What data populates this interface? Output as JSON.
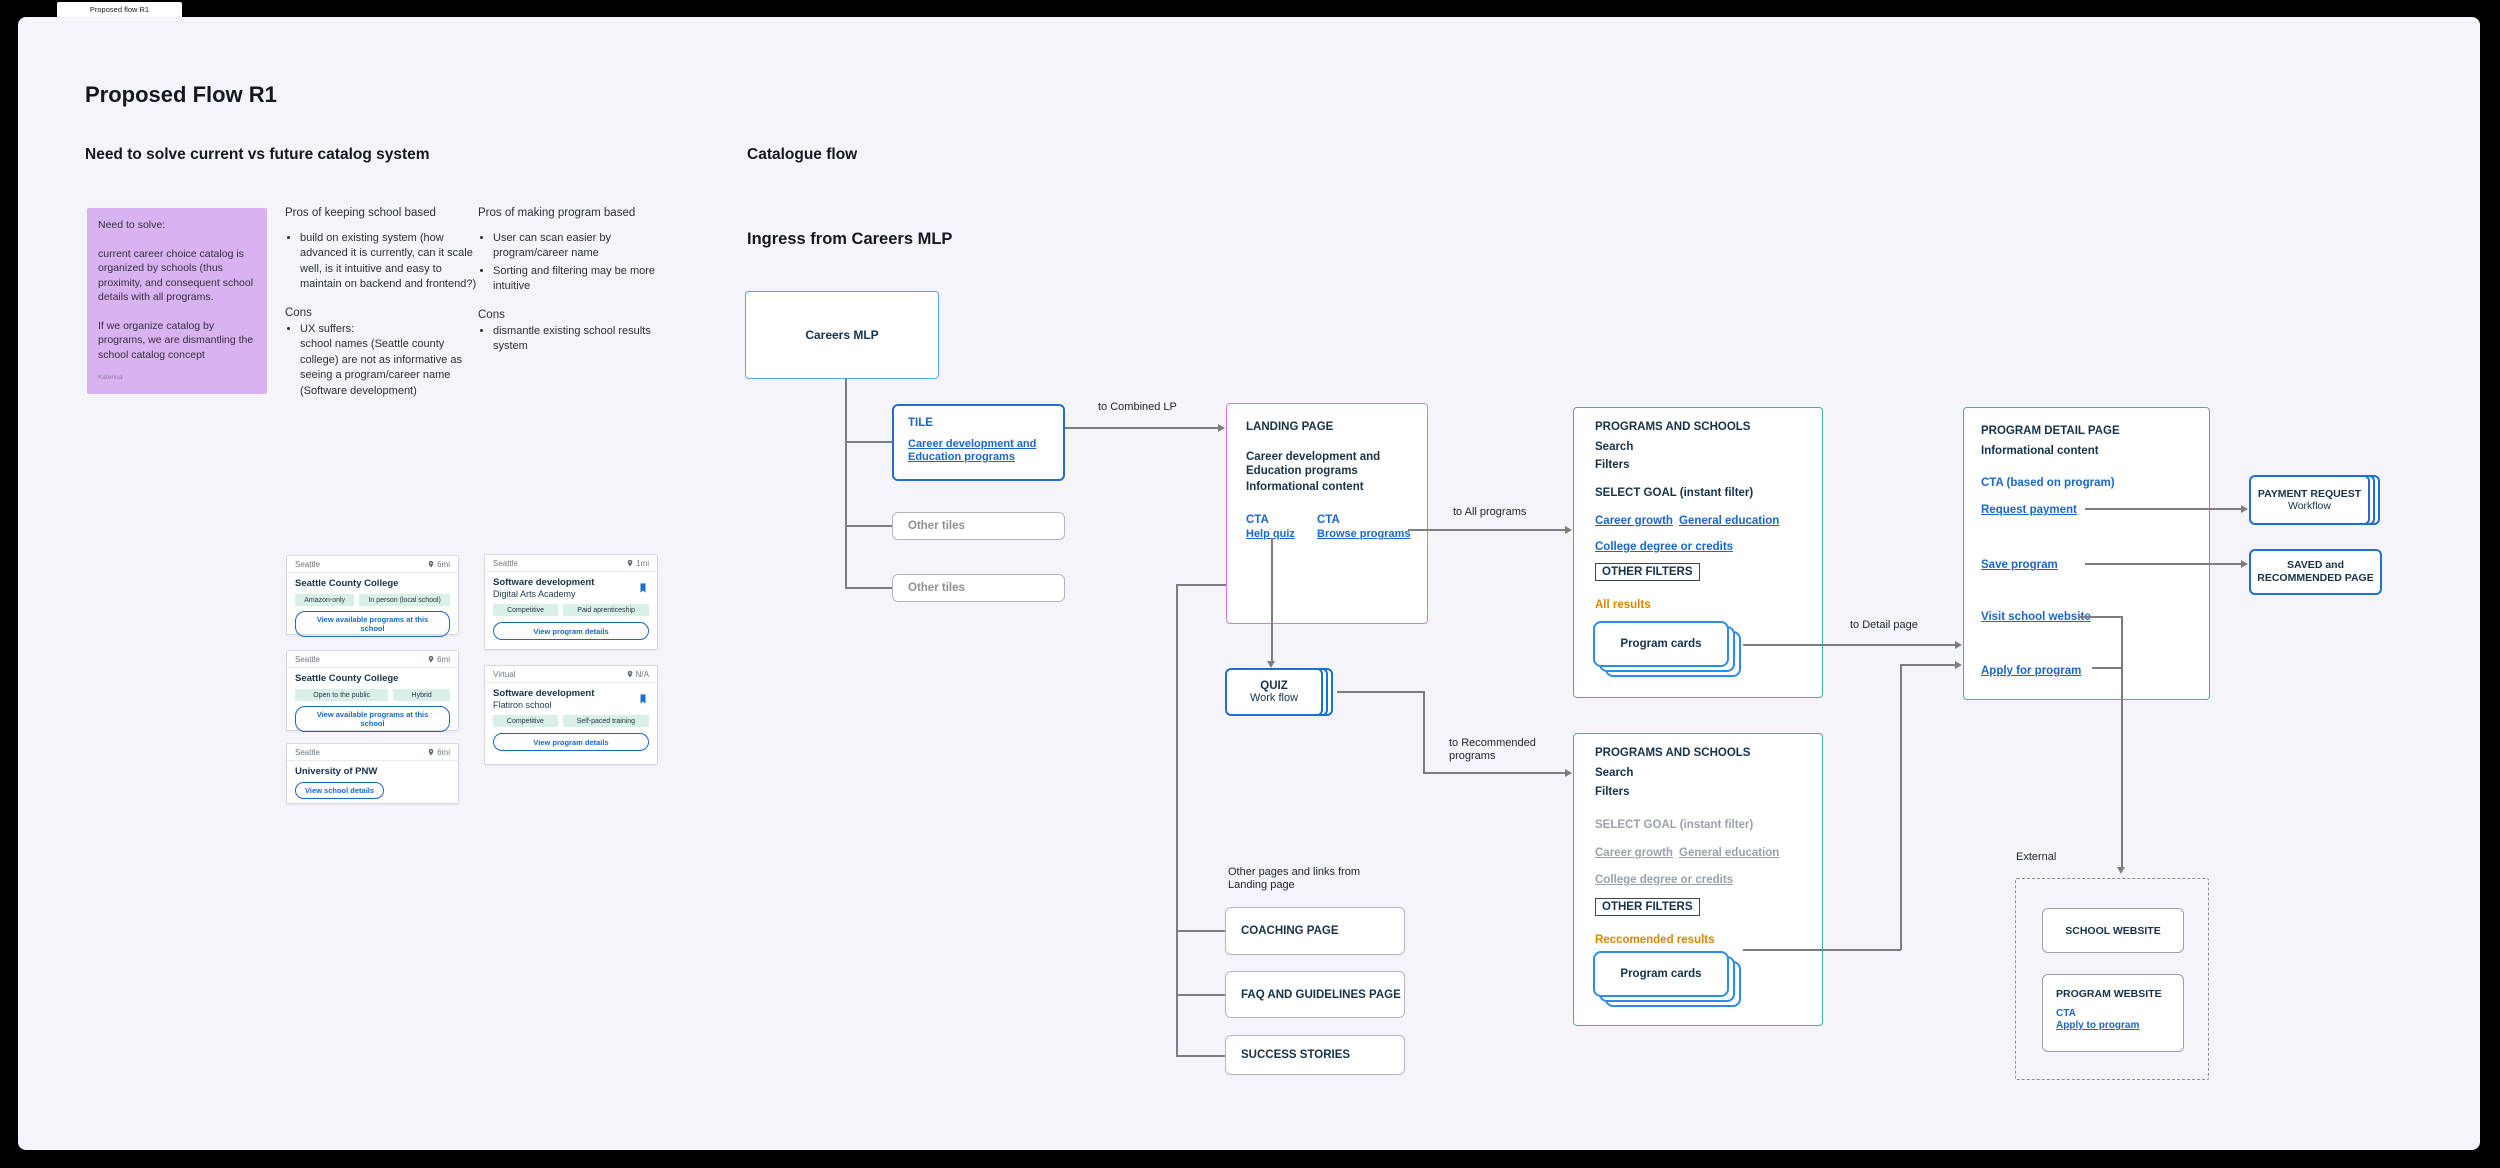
{
  "window": {
    "tab_label": "Proposed flow R1"
  },
  "titles": {
    "page": "Proposed Flow R1",
    "left_heading": "Need to solve current vs future catalog system",
    "flow_heading": "Catalogue flow",
    "ingress_heading": "Ingress from Careers MLP"
  },
  "sticky": {
    "title": "Need to solve:",
    "body1": "current career choice catalog is organized by schools (thus proximity, and consequent school details with all programs.",
    "body2": "If we organize catalog by programs, we are dismantling the school catalog concept",
    "author": "Katerina"
  },
  "pros_school": {
    "title": "Pros of keeping school based",
    "pros": [
      "build on existing system (how advanced it is currently, can it scale well, is it intuitive and easy to maintain on backend and frontend?)"
    ],
    "cons_label": "Cons",
    "cons": [
      "UX suffers:\nschool names (Seattle county college) are not as informative as seeing a program/career name (Software development)"
    ]
  },
  "pros_program": {
    "title": "Pros of making program based",
    "pros": [
      "User can scan easier by program/career name",
      "Sorting and filtering may be more intuitive"
    ],
    "cons_label": "Cons",
    "cons": [
      "dismantle existing school results system"
    ]
  },
  "school_cards": [
    {
      "location": "Seattle",
      "distance": "6mi",
      "title": "Seattle County College",
      "tags": [
        "Amazon-only",
        "In person (local school)"
      ],
      "button": "View available programs at this school"
    },
    {
      "location": "Seattle",
      "distance": "6mi",
      "title": "Seattle County College",
      "tags": [
        "Open to the public",
        "Hybrid"
      ],
      "button": "View available programs at this school"
    },
    {
      "location": "Seattle",
      "distance": "6mi",
      "title": "University of PNW",
      "button": "View school details"
    }
  ],
  "program_result_cards": [
    {
      "location": "Seattle",
      "distance": "1mi",
      "title": "Software development",
      "subtitle": "Digital Arts Academy",
      "tags": [
        "Competitive",
        "Paid aprenticeship"
      ],
      "button": "View program details"
    },
    {
      "location": "Virtual",
      "distance": "N/A",
      "title": "Software development",
      "subtitle": "Flatiron school",
      "tags": [
        "Competitive",
        "Self-paced training"
      ],
      "button": "View program details"
    }
  ],
  "flow": {
    "careers_mlp": {
      "title": "Careers MLP"
    },
    "tile": {
      "title": "TILE",
      "link": "Career development and Education programs"
    },
    "other_tile": {
      "label": "Other tiles"
    },
    "landing": {
      "title": "LANDING PAGE",
      "subtitle": "Career development and Education programs",
      "content": "Informational content",
      "cta_label": "CTA",
      "quiz_link": "Help quiz",
      "browse_link": "Browse programs"
    },
    "quiz": {
      "title": "QUIZ",
      "subtitle": "Work flow"
    },
    "programs_all": {
      "title": "PROGRAMS AND SCHOOLS",
      "search": "Search",
      "filters": "Filters",
      "select_goal": "SELECT GOAL (instant filter)",
      "goal1": "Career growth",
      "goal2": "General education",
      "goal3": "College degree or credits",
      "other_filters": "OTHER FILTERS",
      "results": "All results",
      "cards": "Program cards"
    },
    "programs_rec": {
      "title": "PROGRAMS AND SCHOOLS",
      "search": "Search",
      "filters": "Filters",
      "select_goal": "SELECT GOAL (instant filter)",
      "goal1": "Career growth",
      "goal2": "General education",
      "goal3": "College degree or credits",
      "other_filters": "OTHER FILTERS",
      "results": "Reccomended results",
      "cards": "Program cards"
    },
    "detail": {
      "title": "PROGRAM DETAIL PAGE",
      "subtitle": "Informational content",
      "cta": "CTA (based on program)",
      "link_payment": "Request payment",
      "link_save": "Save program",
      "link_visit": "Visit school website",
      "link_apply": "Apply for program"
    },
    "payment": {
      "title": "PAYMENT REQUEST",
      "subtitle": "Workflow"
    },
    "saved": {
      "title": "SAVED and\nRECOMMENDED PAGE"
    },
    "other_pages": {
      "label": "Other pages and links from\nLanding page",
      "items": [
        "COACHING PAGE",
        "FAQ AND GUIDELINES PAGE",
        "SUCCESS STORIES"
      ]
    },
    "external": {
      "label": "External",
      "school_site": "SCHOOL WEBSITE",
      "program_site": "PROGRAM WEBSITE",
      "cta_label": "CTA",
      "apply_link": "Apply to program"
    },
    "arrow_labels": {
      "combined": "to Combined LP",
      "all": "to All programs",
      "recommended": "to Recommended\nprograms",
      "detail": "to Detail page"
    }
  },
  "colors": {
    "link_blue": "#1a66cf",
    "navy": "#16324a",
    "teal": "#3fb39c",
    "purple_border": "#c77fe0",
    "orange": "#de8500",
    "sticky_purple": "#d9b2f2"
  },
  "icons": {
    "location_pin": "location-pin-icon",
    "bookmark": "bookmark-icon"
  }
}
